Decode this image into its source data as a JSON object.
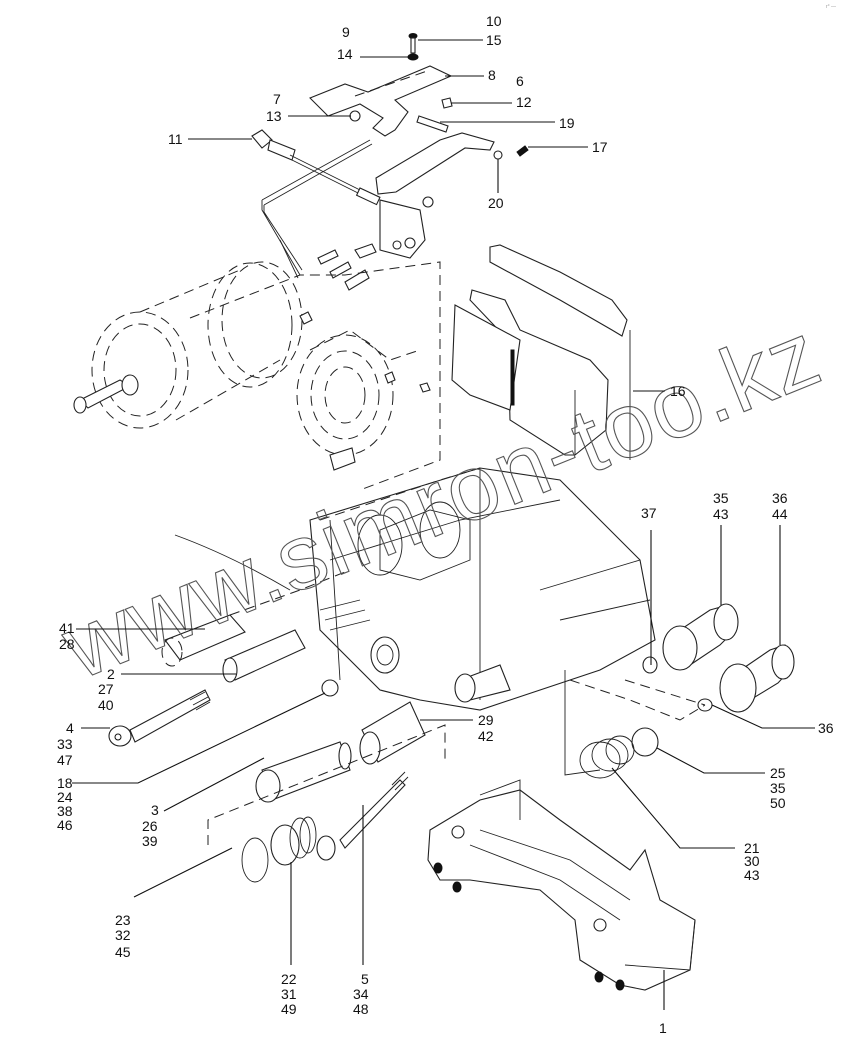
{
  "diagram": {
    "title": "Brake caliper exploded parts diagram",
    "watermark": "www.simron-too.kz",
    "corner_mark": "r° —",
    "callouts": [
      {
        "id": "c-10-15",
        "lines": [
          "10",
          "15"
        ]
      },
      {
        "id": "c-9-14",
        "lines": [
          "9",
          "14"
        ]
      },
      {
        "id": "c-8",
        "lines": [
          "8"
        ]
      },
      {
        "id": "c-6-12",
        "lines": [
          "6",
          "12"
        ]
      },
      {
        "id": "c-7-13",
        "lines": [
          "7",
          "13"
        ]
      },
      {
        "id": "c-11",
        "lines": [
          "11"
        ]
      },
      {
        "id": "c-19",
        "lines": [
          "19"
        ]
      },
      {
        "id": "c-17",
        "lines": [
          "17"
        ]
      },
      {
        "id": "c-20",
        "lines": [
          "20"
        ]
      },
      {
        "id": "c-16",
        "lines": [
          "16"
        ]
      },
      {
        "id": "c-37",
        "lines": [
          "37"
        ]
      },
      {
        "id": "c-35-43",
        "lines": [
          "35",
          "43"
        ]
      },
      {
        "id": "c-36-44",
        "lines": [
          "36",
          "44"
        ]
      },
      {
        "id": "c-41-28",
        "lines": [
          "41",
          "28"
        ]
      },
      {
        "id": "c-2-27-40",
        "lines": [
          "2",
          "27",
          "40"
        ]
      },
      {
        "id": "c-36",
        "lines": [
          "36"
        ]
      },
      {
        "id": "c-4-33-47",
        "lines": [
          "4",
          "33",
          "47"
        ]
      },
      {
        "id": "c-29-42",
        "lines": [
          "29",
          "42"
        ]
      },
      {
        "id": "c-25-35-50",
        "lines": [
          "25",
          "35",
          "50"
        ]
      },
      {
        "id": "c-18-24-38-46",
        "lines": [
          "18",
          "24",
          "38",
          "46"
        ]
      },
      {
        "id": "c-3-26-39",
        "lines": [
          "3",
          "26",
          "39"
        ]
      },
      {
        "id": "c-21-30-43",
        "lines": [
          "21",
          "30",
          "43"
        ]
      },
      {
        "id": "c-23-32-45",
        "lines": [
          "23",
          "32",
          "45"
        ]
      },
      {
        "id": "c-22-31-49",
        "lines": [
          "22",
          "31",
          "49"
        ]
      },
      {
        "id": "c-5-34-48",
        "lines": [
          "5",
          "34",
          "48"
        ]
      },
      {
        "id": "c-1",
        "lines": [
          "1"
        ]
      }
    ]
  }
}
